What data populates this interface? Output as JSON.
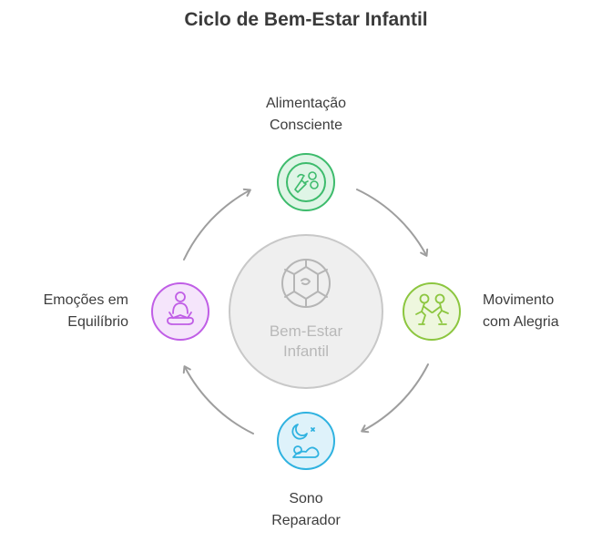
{
  "title": "Ciclo de Bem-Estar Infantil",
  "center": {
    "line1": "Bem-Estar",
    "line2": "Infantil",
    "icon": "turtle-shell-icon",
    "fill": "#efefef",
    "stroke": "#c8c8c8"
  },
  "nodes": [
    {
      "id": "alimentacao",
      "line1": "Alimentação",
      "line2": "Consciente",
      "icon": "vegetables-icon",
      "color": "#3dbb6c",
      "fill": "#dff5e6"
    },
    {
      "id": "movimento",
      "line1": "Movimento",
      "line2": "com Alegria",
      "icon": "people-playing-icon",
      "color": "#8cc63f",
      "fill": "#eef7de"
    },
    {
      "id": "sono",
      "line1": "Sono",
      "line2": "Reparador",
      "icon": "sleeping-moon-icon",
      "color": "#2fb2e0",
      "fill": "#def2fa"
    },
    {
      "id": "emocoes",
      "line1": "Emoções em",
      "line2": "Equilíbrio",
      "icon": "meditation-icon",
      "color": "#c05ee6",
      "fill": "#f5e5fb"
    }
  ],
  "arrow_color": "#9e9e9e"
}
